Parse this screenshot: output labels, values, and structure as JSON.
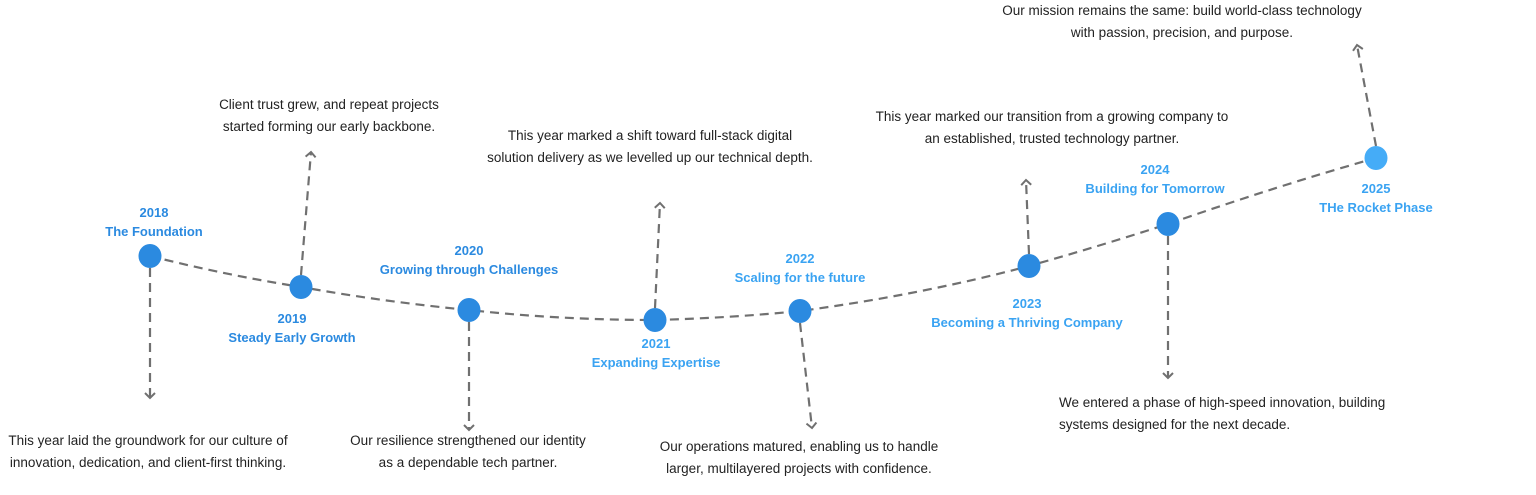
{
  "colors": {
    "dot": "#2b8ae0",
    "dot_last": "#45acf7",
    "label_dark": "#2b8ae0",
    "label_light": "#3aa3f2",
    "line": "#707070"
  },
  "milestones": [
    {
      "year": "2018",
      "title": "The Foundation",
      "desc1": "This year laid the groundwork for our culture of",
      "desc2": "innovation, dedication, and client-first thinking."
    },
    {
      "year": "2019",
      "title": "Steady Early Growth",
      "desc1": "Client trust grew, and repeat projects",
      "desc2": "started forming our early backbone."
    },
    {
      "year": "2020",
      "title": "Growing through Challenges",
      "desc1": "Our resilience strengthened our identity",
      "desc2": "as a dependable tech partner."
    },
    {
      "year": "2021",
      "title": "Expanding Expertise",
      "desc1": "This year marked a shift toward full-stack digital",
      "desc2": "solution delivery as we levelled up our technical depth."
    },
    {
      "year": "2022",
      "title": "Scaling for the future",
      "desc1": "Our operations matured, enabling us to handle",
      "desc2": "larger, multilayered projects with confidence."
    },
    {
      "year": "2023",
      "title": "Becoming a Thriving Company",
      "desc1": "This year marked our transition from a growing company to",
      "desc2": "an established, trusted technology partner."
    },
    {
      "year": "2024",
      "title": "Building for Tomorrow",
      "desc1": "We entered a phase of high-speed innovation, building",
      "desc2": "systems designed for the next decade."
    },
    {
      "year": "2025",
      "title": "THe Rocket Phase",
      "desc1": "Our mission remains the same: build world-class technology",
      "desc2": "with passion, precision, and purpose."
    }
  ]
}
